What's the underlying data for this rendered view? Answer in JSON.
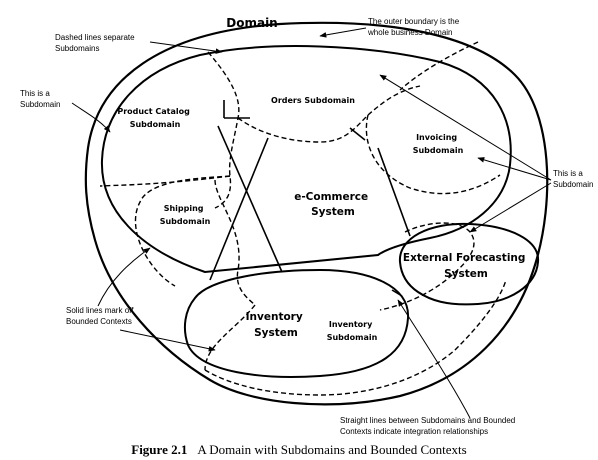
{
  "diagram": {
    "domain_label": "Domain",
    "subdomains": {
      "product_catalog": [
        "Product Catalog",
        "Subdomain"
      ],
      "orders": "Orders Subdomain",
      "invoicing": [
        "Invoicing",
        "Subdomain"
      ],
      "shipping": [
        "Shipping",
        "Subdomain"
      ],
      "inventory": [
        "Inventory",
        "Subdomain"
      ]
    },
    "contexts": {
      "ecommerce": [
        "e-Commerce",
        "System"
      ],
      "external_forecasting": [
        "External Forecasting",
        "System"
      ],
      "inventory": [
        "Inventory",
        "System"
      ]
    },
    "annotations": {
      "outer_boundary": [
        "The outer boundary is the",
        "whole business Domain"
      ],
      "dashed_lines": [
        "Dashed lines separate",
        "Subdomains"
      ],
      "this_is_subdomain_left": [
        "This is a",
        "Subdomain"
      ],
      "this_is_subdomain_right": [
        "This is a",
        "Subdomain"
      ],
      "solid_lines": [
        "Solid lines mark off",
        "Bounded Contexts"
      ],
      "straight_lines": [
        "Straight lines between Subdomains and Bounded",
        "Contexts indicate integration relationships"
      ]
    },
    "caption": {
      "number": "Figure 2.1",
      "text": "A Domain with Subdomains and Bounded Contexts"
    }
  }
}
